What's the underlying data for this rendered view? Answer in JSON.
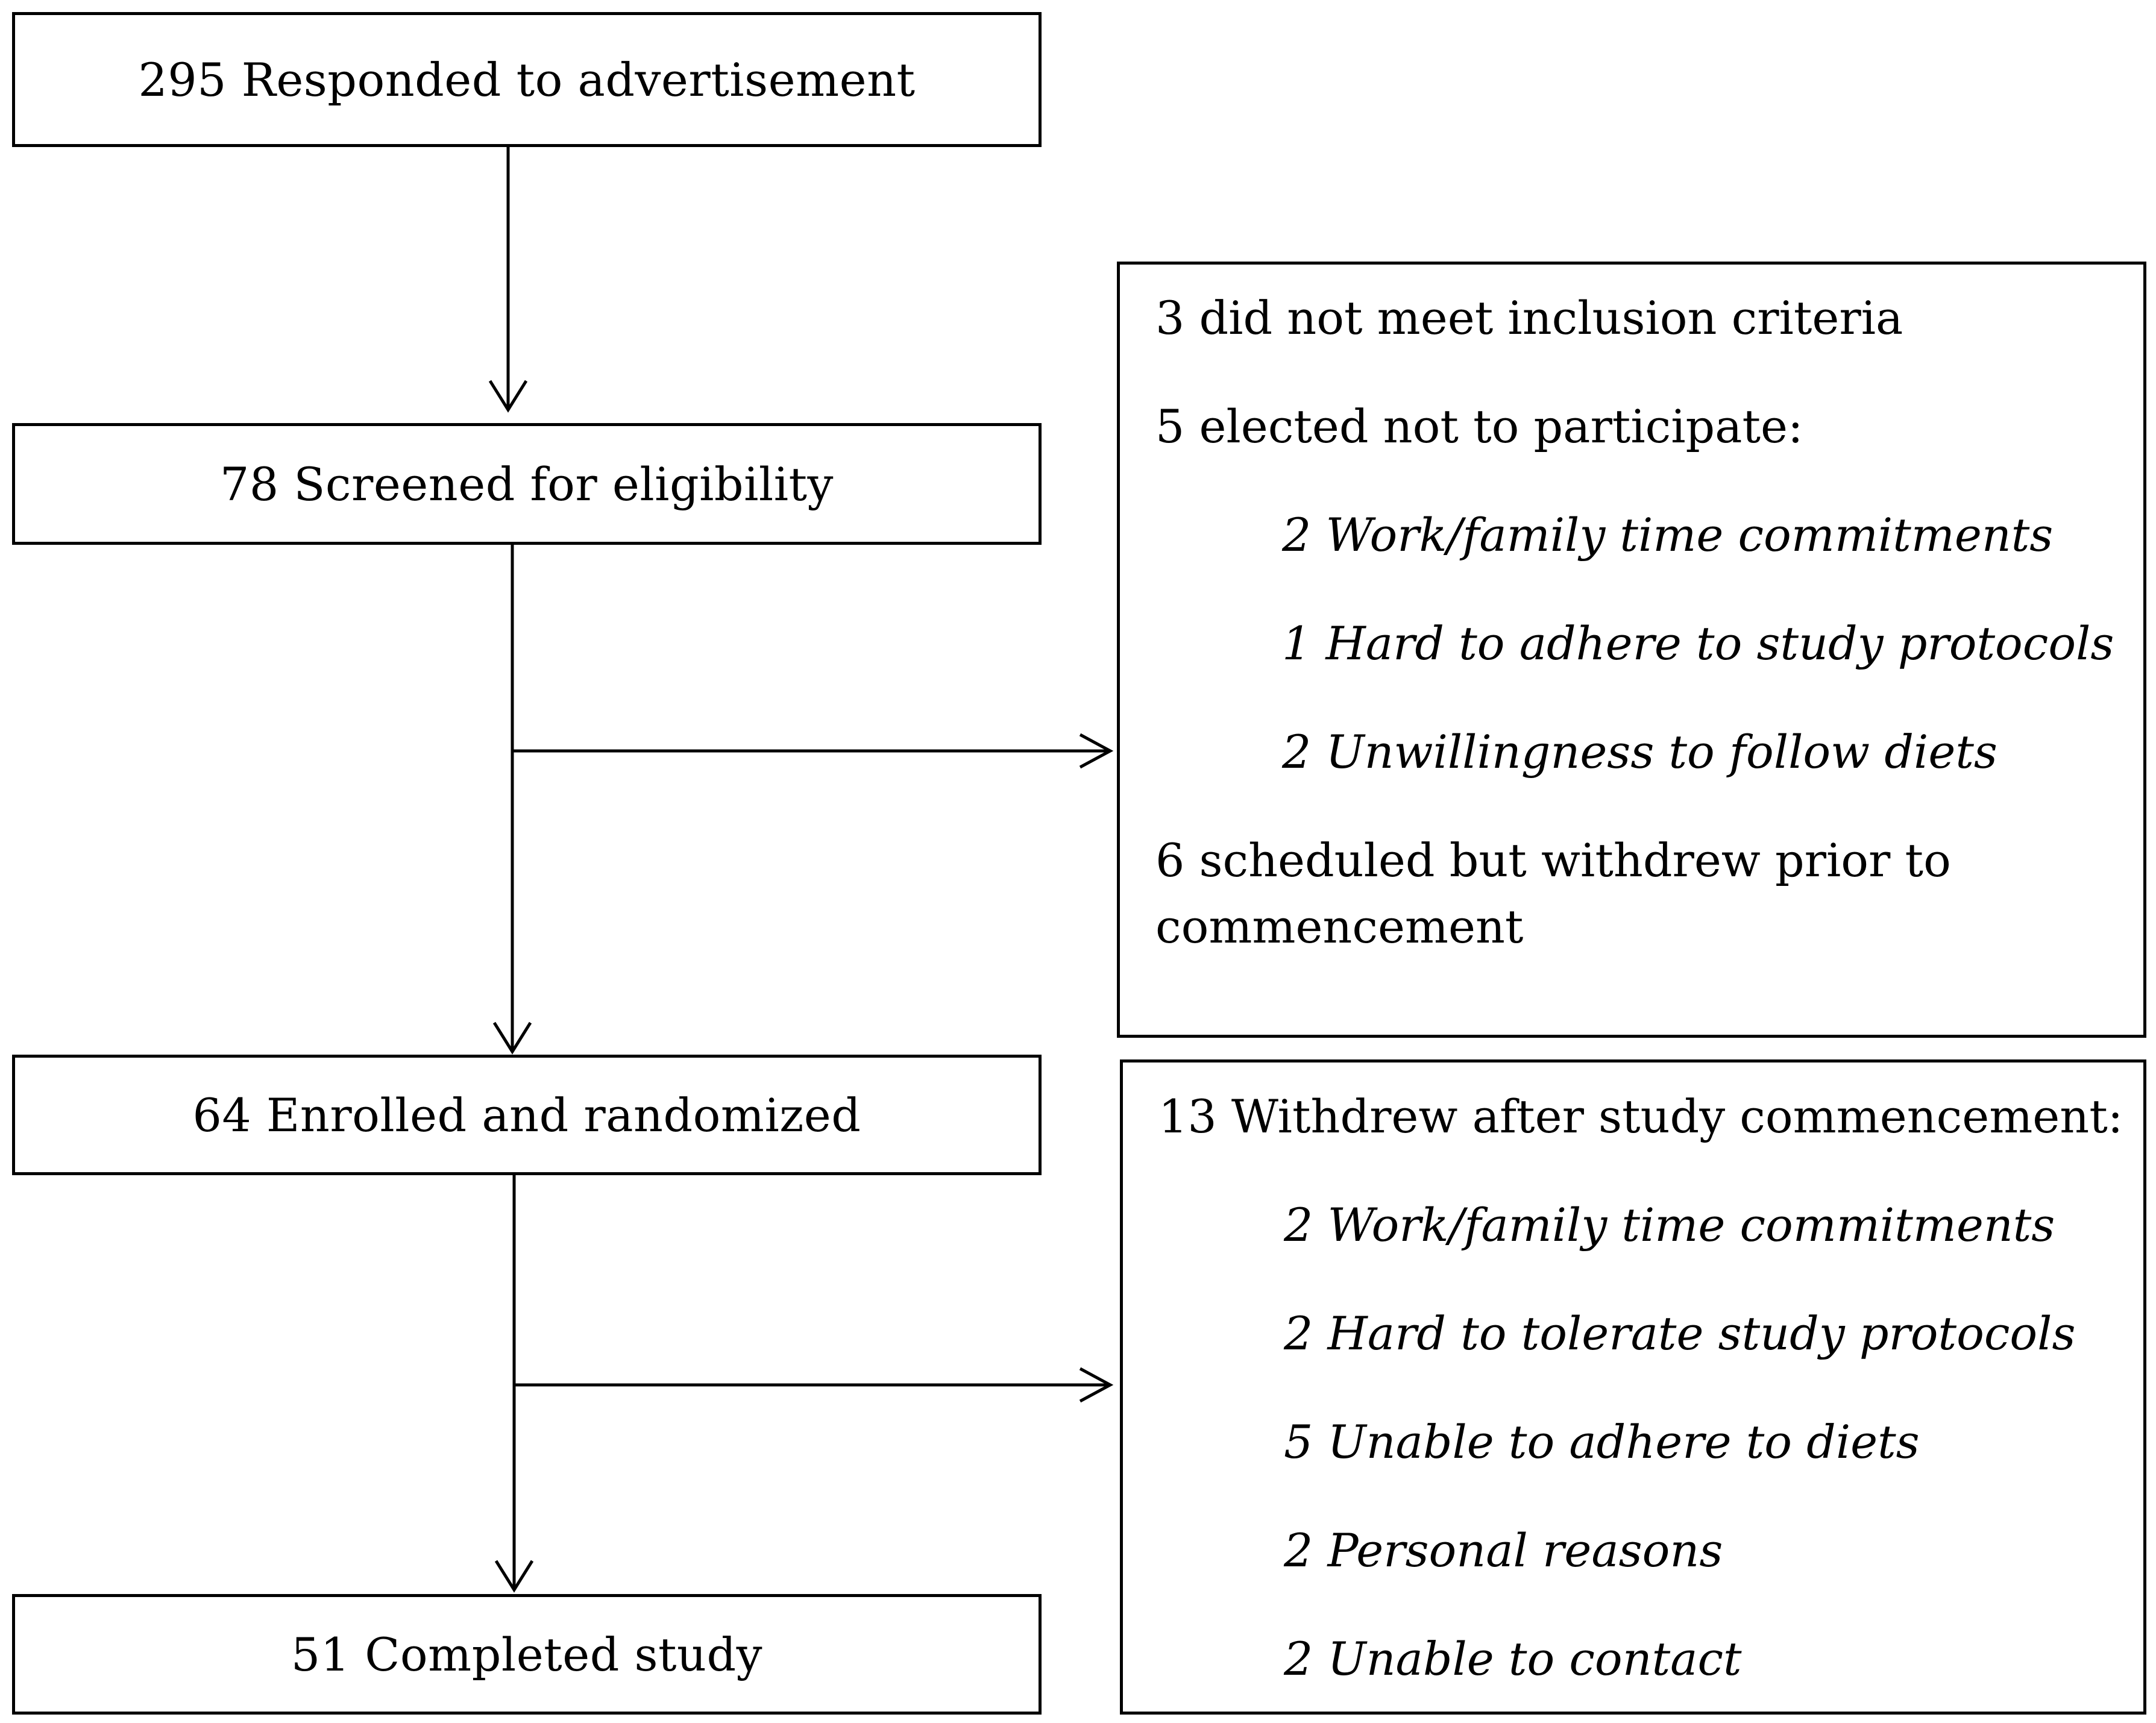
{
  "flow": {
    "responded": "295 Responded to advertisement",
    "screened": "78 Screened for eligibility",
    "enrolled": "64 Enrolled and randomized",
    "completed": "51 Completed study"
  },
  "exclusions": {
    "not_meet": "3 did not meet inclusion criteria",
    "elected_not": "5 elected not to participate:",
    "reason1": "2 Work/family time commitments",
    "reason2": "1 Hard to adhere to study protocols",
    "reason3": "2 Unwillingness to follow diets",
    "withdrew_prior_line1": "6 scheduled but withdrew prior to",
    "withdrew_prior_line2": "commencement"
  },
  "withdrawals": {
    "title": "13 Withdrew after study commencement:",
    "reason1": "2 Work/family time commitments",
    "reason2": "2 Hard to tolerate study protocols",
    "reason3": "5 Unable to adhere to diets",
    "reason4": "2 Personal reasons",
    "reason5": "2 Unable to contact"
  }
}
